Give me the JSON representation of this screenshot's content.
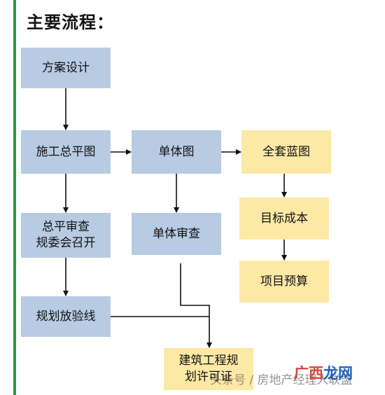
{
  "title": "主要流程：",
  "nodes": {
    "fangan": "方案设计",
    "shigong": "施工总平图",
    "danti": "单体图",
    "quantao": "全套蓝图",
    "zongping_line1": "总平审查",
    "zongping_line2": "规委会召开",
    "dantishencha": "单体审查",
    "mubiao": "目标成本",
    "xiangmu": "项目预算",
    "guihua": "规划放验线",
    "jianzhu_line1": "建筑工程规",
    "jianzhu_line2": "划许可证"
  },
  "watermark": {
    "text": "头条号 / 房地产经理人联盟",
    "logo_red": "广西",
    "logo_blue": "龙网"
  },
  "colors": {
    "blue_box": "#b7cbe3",
    "yellow_box": "#fde9a6",
    "accent_bar": "#2e9a3a"
  }
}
